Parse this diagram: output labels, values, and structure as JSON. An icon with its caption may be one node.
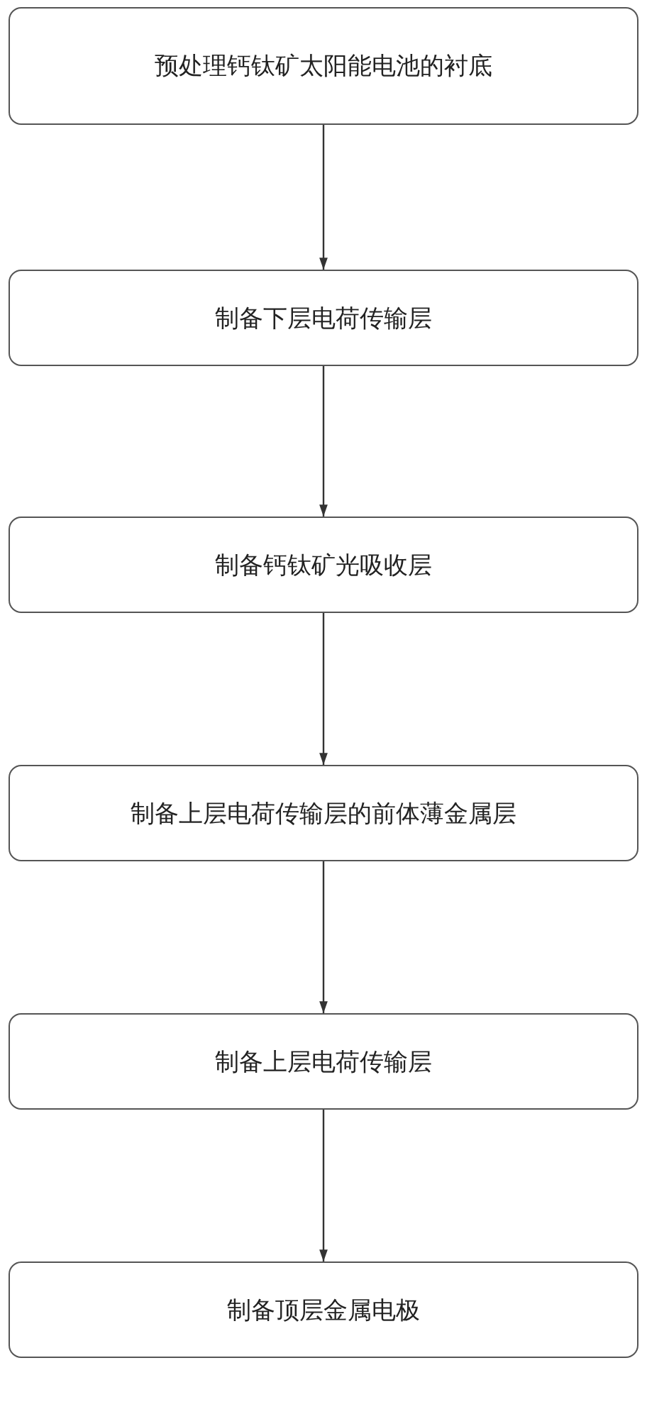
{
  "diagram": {
    "nodes": [
      {
        "text": [
          "预处理钙钛矿太阳能电池的衬底"
        ]
      },
      {
        "text": [
          "制备下层电荷传输层"
        ]
      },
      {
        "text": [
          "制备钙钛矿光吸收层"
        ]
      },
      {
        "text": [
          "制备上层电荷传输层的前体薄金属层"
        ]
      },
      {
        "text": [
          "制备上层电荷传输层"
        ]
      },
      {
        "text": [
          "制备顶层金属电极"
        ]
      }
    ],
    "edges": [
      {
        "from": 0,
        "to": 1,
        "arrow": "to"
      },
      {
        "from": 1,
        "to": 2,
        "arrow": "to"
      },
      {
        "from": 2,
        "to": 3,
        "arrow": "to"
      },
      {
        "from": 3,
        "to": 4,
        "arrow": "to"
      },
      {
        "from": 4,
        "to": 5,
        "arrow": "to"
      }
    ]
  }
}
